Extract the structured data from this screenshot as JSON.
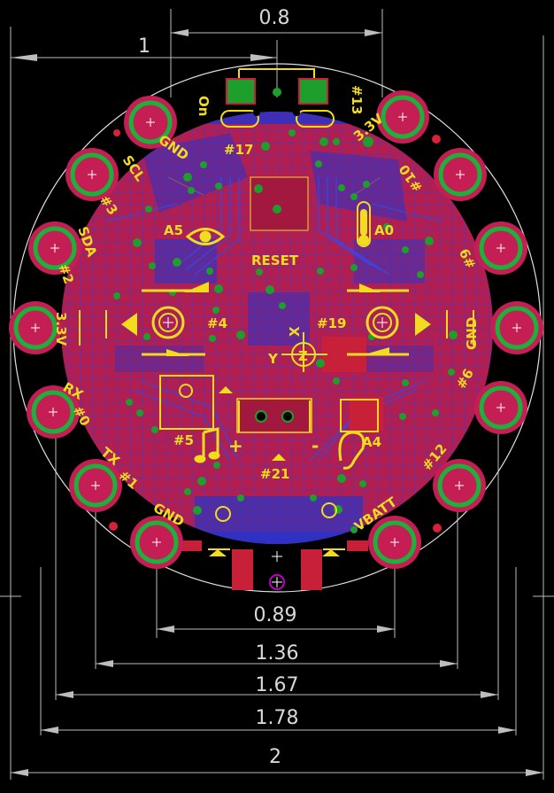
{
  "dimensions": {
    "top_0_8": "0.8",
    "top_1": "1",
    "bottom_0_89": "0.89",
    "bottom_1_36": "1.36",
    "bottom_1_67": "1.67",
    "bottom_1_78": "1.78",
    "bottom_2": "2"
  },
  "silkscreen": {
    "on": "On",
    "pin13": "#13",
    "pin17": "#17",
    "gnd_top": "GND",
    "v33_top": "3.3V",
    "scl": "SCL",
    "pin3": "#3",
    "pin10": "#10",
    "sda": "SDA",
    "pin2": "#2",
    "pin9": "#9",
    "a5": "A5",
    "a0": "A0",
    "reset": "RESET",
    "v33_left": "3.3V",
    "gnd_right": "GND",
    "pin4": "#4",
    "pin19": "#19",
    "x": "X",
    "y": "Y",
    "z": "Z",
    "rx": "RX",
    "pin0": "#0",
    "pin6": "#6",
    "pin5": "#5",
    "a4": "A4",
    "tx": "TX",
    "pin1": "#1",
    "pin12": "#12",
    "pin21": "#21",
    "gnd_bottom": "GND",
    "vbatt": "VBATT",
    "plus": "+",
    "minus": "-"
  },
  "colors": {
    "board": "#b01e52",
    "copper_blue": "#2a33c8",
    "silk": "#f2dc1e",
    "via_green": "#1e9e2c",
    "pad_green": "#1db03a",
    "outline": "#e0e0e0",
    "dim_line": "#bdbdbd",
    "hole_magenta": "#c000c0"
  },
  "icons": [
    "eye-icon",
    "music-note-icon",
    "ear-icon",
    "thermometer-icon",
    "z-axis-icon"
  ]
}
